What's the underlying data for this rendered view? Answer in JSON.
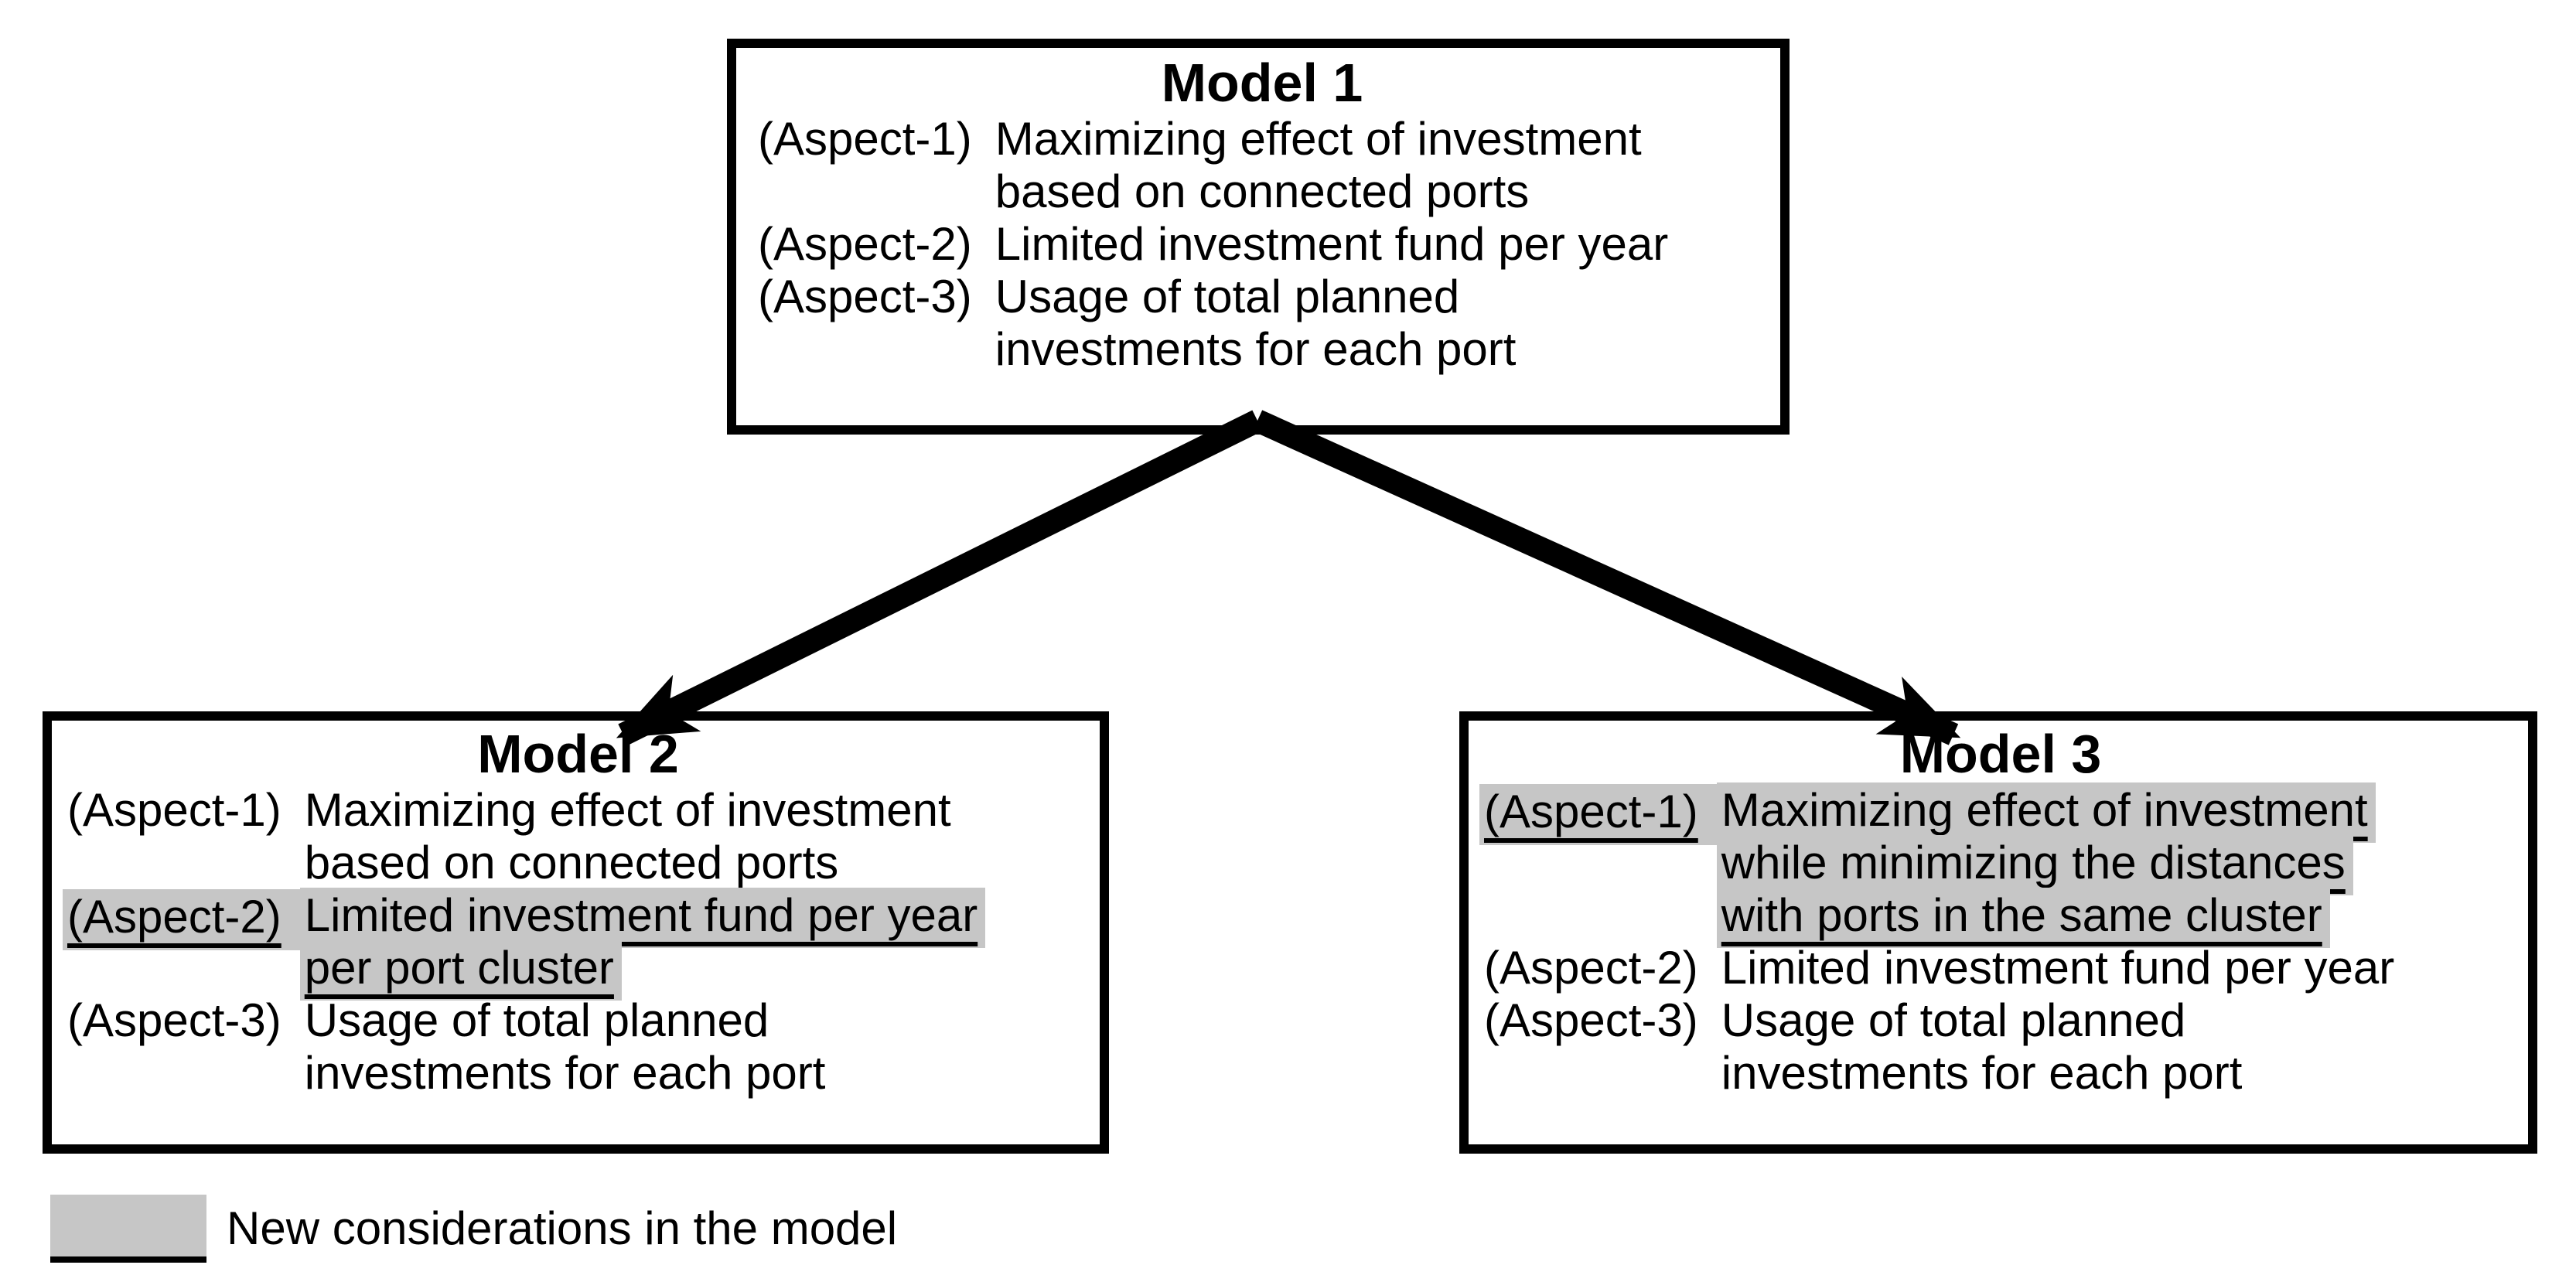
{
  "diagram": {
    "colors": {
      "highlight": "#c6c6c6",
      "border": "#000000",
      "text": "#000000",
      "arrow": "#000000"
    },
    "boxes": [
      {
        "id": "model-1",
        "title": "Model 1",
        "aspects": [
          {
            "label": "(Aspect-1)",
            "highlighted": false,
            "lines": [
              "Maximizing effect of investment",
              "based on connected ports"
            ]
          },
          {
            "label": "(Aspect-2)",
            "highlighted": false,
            "lines": [
              "Limited investment fund per year"
            ]
          },
          {
            "label": "(Aspect-3)",
            "highlighted": false,
            "lines": [
              "Usage of total planned",
              "investments for each port"
            ]
          }
        ]
      },
      {
        "id": "model-2",
        "title": "Model 2",
        "aspects": [
          {
            "label": "(Aspect-1)",
            "highlighted": false,
            "lines": [
              "Maximizing effect of investment",
              "based on connected ports"
            ]
          },
          {
            "label": "(Aspect-2)",
            "highlighted": true,
            "lines": [
              "Limited investment fund per year",
              "per port cluster"
            ]
          },
          {
            "label": "(Aspect-3)",
            "highlighted": false,
            "lines": [
              "Usage of total planned",
              "investments for each port"
            ]
          }
        ]
      },
      {
        "id": "model-3",
        "title": "Model 3",
        "aspects": [
          {
            "label": "(Aspect-1)",
            "highlighted": true,
            "lines": [
              "Maximizing effect of investment",
              "while minimizing the distances",
              "with ports in the same cluster"
            ]
          },
          {
            "label": "(Aspect-2)",
            "highlighted": false,
            "lines": [
              "Limited investment fund per year"
            ]
          },
          {
            "label": "(Aspect-3)",
            "highlighted": false,
            "lines": [
              "Usage of total planned",
              "investments for each port"
            ]
          }
        ]
      }
    ],
    "arrows": [
      {
        "from": "model-1",
        "to": "model-2"
      },
      {
        "from": "model-1",
        "to": "model-3"
      }
    ],
    "legend": {
      "swatch_color": "#c6c6c6",
      "label": "New considerations in the model"
    }
  }
}
